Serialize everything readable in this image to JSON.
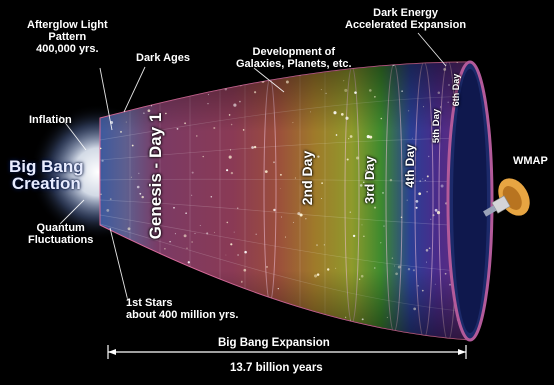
{
  "labels": {
    "afterglow": "Afterglow Light\nPattern\n400,000 yrs.",
    "dark_ages": "Dark Ages",
    "development": "Development of\nGalaxies, Planets, etc.",
    "dark_energy": "Dark Energy\nAccelerated Expansion",
    "inflation": "Inflation",
    "big_bang": "Big Bang\nCreation",
    "quantum": "Quantum\nFluctuations",
    "first_stars": "1st Stars\nabout 400 million yrs.",
    "wmap": "WMAP",
    "expansion": "Big Bang Expansion",
    "duration": "13.7 billion years"
  },
  "bands": {
    "day1": "Genesis - Day 1",
    "day2": "2nd Day",
    "day3": "3rd Day",
    "day4": "4th Day",
    "day5": "5th Day",
    "day6": "6th Day"
  },
  "colors": {
    "background": "#000000",
    "label_text": "#ffffff",
    "big_bang_text": "#e8ecff"
  }
}
